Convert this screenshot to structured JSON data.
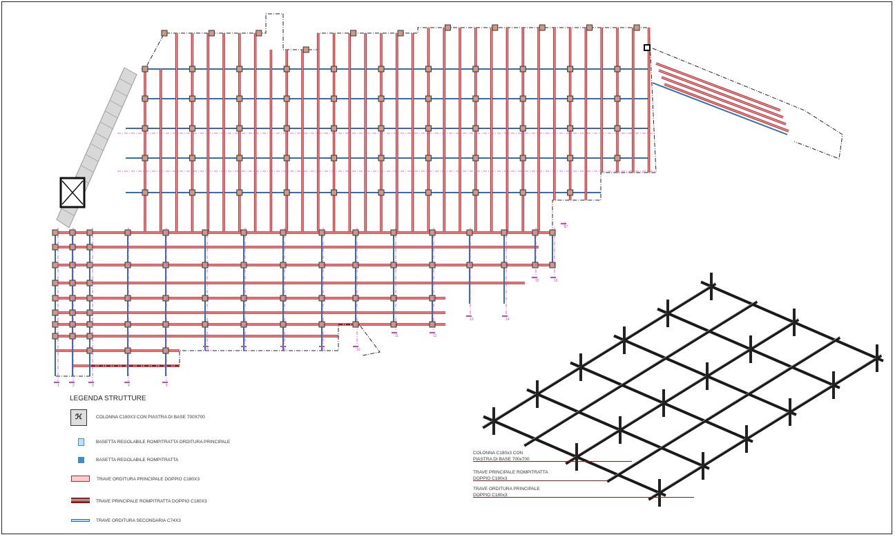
{
  "legend": {
    "title": "LEGENDA STRUTTURE",
    "items": [
      {
        "label": "COLONNA C180X3 CON PIASTRA DI BASE 700X700",
        "icon": "column-icon"
      },
      {
        "label": "BASETTA REGOLABILE ROMPITRATTA ORDITURA PRINCIPALE",
        "icon": "adjustable-base-main-icon"
      },
      {
        "label": "BASETTA REGOLABILE ROMPITRATTA",
        "icon": "adjustable-base-icon"
      },
      {
        "label": "TRAVE ORDITURA PRINCIPALE DOPPIO C180X3",
        "icon": "main-beam-icon"
      },
      {
        "label": "TRAVE PRINCIPALE ROMPITRATTA  DOPPIO C180X3",
        "icon": "intermediate-beam-icon"
      },
      {
        "label": "TRAVE ORDITURA SECONDARIA C74X3",
        "icon": "secondary-beam-icon"
      }
    ]
  },
  "callouts": [
    {
      "line1": "COLONNA C180x3 CON",
      "line2": "PIASTRA DI BASE 700x700"
    },
    {
      "line1": "TRAVE PRINCIPALE ROMPITRATTA",
      "line2": "DOPPIO C180x3"
    },
    {
      "line1": "TRAVE ORDITURA PRINCIPALE",
      "line2": "DOPPIO C180x3"
    }
  ],
  "grid_labels": [
    "1",
    "2",
    "3",
    "4",
    "5",
    "6",
    "7",
    "8",
    "9",
    "10",
    "11",
    "12",
    "13",
    "14",
    "15",
    "16",
    "17"
  ],
  "colors": {
    "main_beam": "#c0262a",
    "secondary_beam": "#2f6fb0",
    "gridline": "#d040d0",
    "column": "#555555"
  }
}
